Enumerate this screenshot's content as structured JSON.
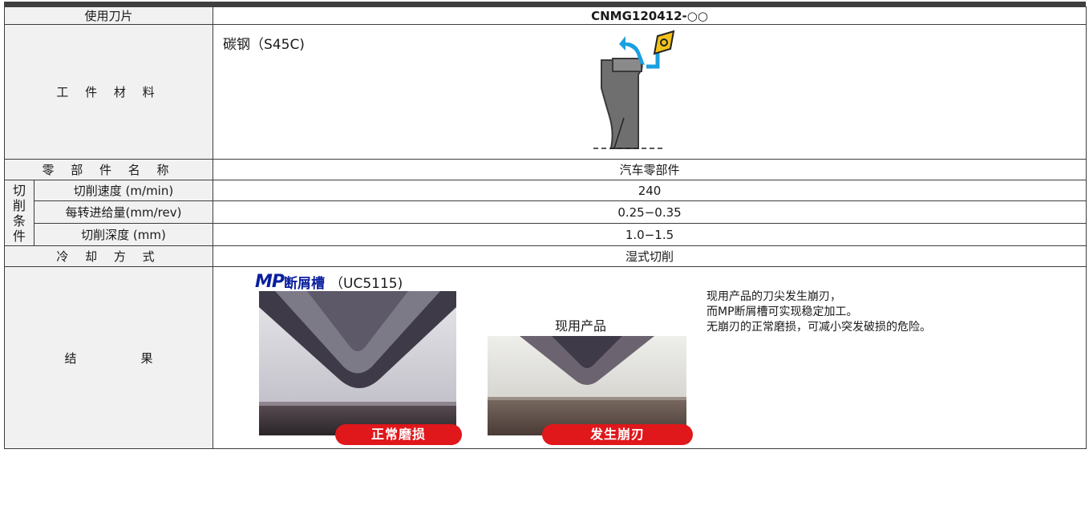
{
  "header": {
    "label_insert": "使用刀片",
    "insert_model": "CNMG120412-○○"
  },
  "workpiece": {
    "label": "工 件 材 料",
    "material": "碳钢（S45C)"
  },
  "part": {
    "label": "零 部 件 名 称",
    "value": "汽车零部件"
  },
  "cutting_conditions": {
    "group_chars": [
      "切",
      "削",
      "条",
      "件"
    ],
    "rows": [
      {
        "label": "切削速度 (m/min)",
        "value": "240"
      },
      {
        "label": "每转进给量(mm/rev)",
        "value": "0.25−0.35"
      },
      {
        "label": "切削深度 (mm)",
        "value": "1.0−1.5"
      }
    ]
  },
  "coolant": {
    "label": "冷 却 方 式",
    "value": "湿式切削"
  },
  "result": {
    "label_left": "结",
    "label_right": "果",
    "mp_logo": "MP",
    "mp_chipbreaker": "断屑槽",
    "mp_grade": "（UC5115)",
    "existing_label": "现用产品",
    "badge_normal": "正常磨损",
    "badge_chipping": "发生崩刃",
    "notes": [
      "现用产品的刀尖发生崩刃，",
      "而MP断屑槽可实现稳定加工。",
      "无崩刃的正常磨损，可减小突发破损的危险。"
    ]
  },
  "colors": {
    "accent_red": "#e0171b",
    "mp_blue": "#0a1f9e",
    "arrow_blue": "#1aa0e0",
    "insert_yellow": "#f2c21b"
  }
}
